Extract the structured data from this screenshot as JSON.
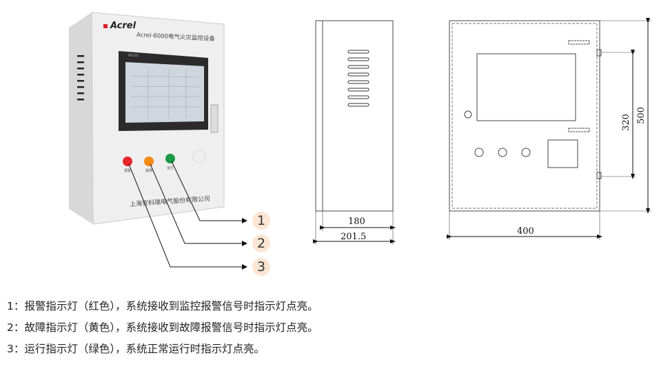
{
  "device": {
    "brand": "Acrel",
    "model_title": "Acrel-6000电气火灾监控设备",
    "screen_brand": "MCGS",
    "company": "上海安科瑞电气股份有限公司",
    "lights": [
      {
        "label": "报警",
        "color": "#e8262b"
      },
      {
        "label": "故障",
        "color": "#f58a12"
      },
      {
        "label": "运行",
        "color": "#1a9a45"
      }
    ]
  },
  "callouts": [
    "1",
    "2",
    "3"
  ],
  "dimensions": {
    "side_depth_inner": "180",
    "side_depth_total": "201.5",
    "front_width": "400",
    "front_height": "500",
    "mount_spacing": "320"
  },
  "descriptions": [
    "1：报警指示灯（红色），系统接收到监控报警信号时指示灯点亮。",
    "2：故障指示灯（黄色），系统接收到故障报警信号时指示灯点亮。",
    "3：运行指示灯（绿色），系统正常运行时指示灯点亮。"
  ],
  "colors": {
    "callout_bg": "#fbe6d4",
    "cabinet": "#ececec",
    "brand_red": "#d9232a"
  }
}
